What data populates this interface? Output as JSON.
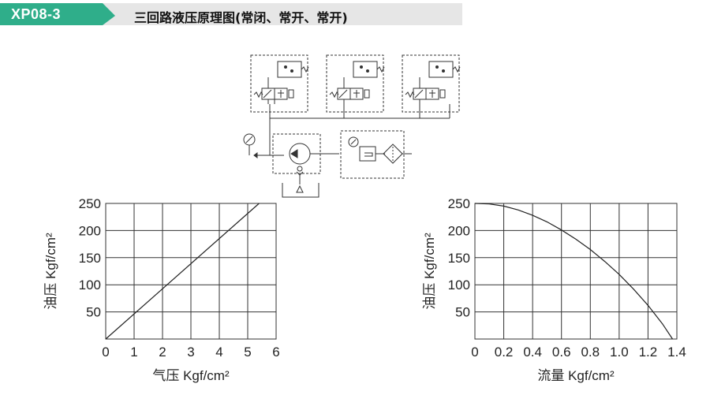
{
  "header": {
    "code": "XP08-3",
    "title": "三回路液压原理图(常闭、常开、常开)",
    "accent_color": "#2fae8a"
  },
  "schematic": {
    "valve_count": 3,
    "icons": [
      "directional-valve-icon",
      "pressure-switch-icon",
      "pressure-gauge-icon",
      "pump-icon",
      "check-valve-icon",
      "reservoir-icon",
      "regulator-icon",
      "filter-icon"
    ]
  },
  "chart_data": [
    {
      "type": "line",
      "title": "",
      "xlabel": "气压 Kgf/cm²",
      "ylabel": "油压 Kgf/cm²",
      "x_ticks": [
        "0",
        "1",
        "2",
        "3",
        "4",
        "5",
        "6"
      ],
      "y_ticks": [
        "50",
        "100",
        "150",
        "200",
        "250"
      ],
      "xlim": [
        0,
        6
      ],
      "ylim": [
        0,
        250
      ],
      "grid": true,
      "series": [
        {
          "x": [
            0,
            5.4
          ],
          "y": [
            0,
            250
          ]
        }
      ]
    },
    {
      "type": "line",
      "title": "",
      "xlabel": "流量 Kgf/cm²",
      "ylabel": "油压 Kgf/cm²",
      "x_ticks": [
        "0",
        "0.2",
        "0.4",
        "0.6",
        "0.8",
        "1.0",
        "1.2",
        "1.4"
      ],
      "y_ticks": [
        "50",
        "100",
        "150",
        "200",
        "250"
      ],
      "xlim": [
        0,
        1.4
      ],
      "ylim": [
        0,
        250
      ],
      "grid": true,
      "series": [
        {
          "x": [
            0,
            0.1,
            0.2,
            0.3,
            0.4,
            0.5,
            0.6,
            0.7,
            0.8,
            0.9,
            1.0,
            1.1,
            1.2,
            1.3,
            1.37
          ],
          "y": [
            250,
            249,
            245,
            238,
            228,
            216,
            201,
            184,
            165,
            143,
            119,
            92,
            62,
            28,
            0
          ]
        }
      ]
    }
  ]
}
